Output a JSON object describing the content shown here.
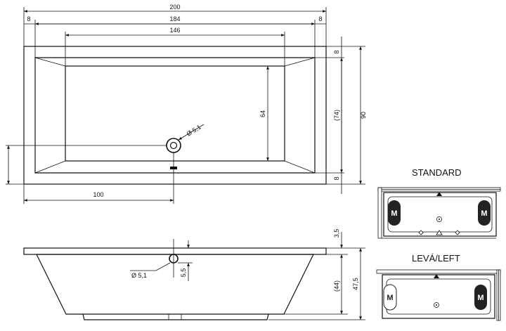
{
  "top_view": {
    "dims": {
      "overall_width": "200",
      "rim_left": "8",
      "inner_width": "184",
      "rim_right": "8",
      "bottom_width": "146",
      "depth_overall": "90",
      "inner_depth": "(74)",
      "rim_top": "8",
      "rim_bottom": "8",
      "bottom_depth": "64",
      "drain_offset": "100",
      "drain_diameter": "Ø 5,1"
    }
  },
  "side_view": {
    "dims": {
      "rim_height": "3,5",
      "overflow_offset": "5,5",
      "inner_height": "(44)",
      "total_height": "47,5",
      "overflow_diameter": "Ø 5,1"
    }
  },
  "variants": {
    "standard": {
      "title": "STANDARD",
      "badge_left": "M",
      "badge_right": "M"
    },
    "left": {
      "title": "LEVÁ/LEFT",
      "badge_left": "M",
      "badge_right": "M"
    }
  }
}
